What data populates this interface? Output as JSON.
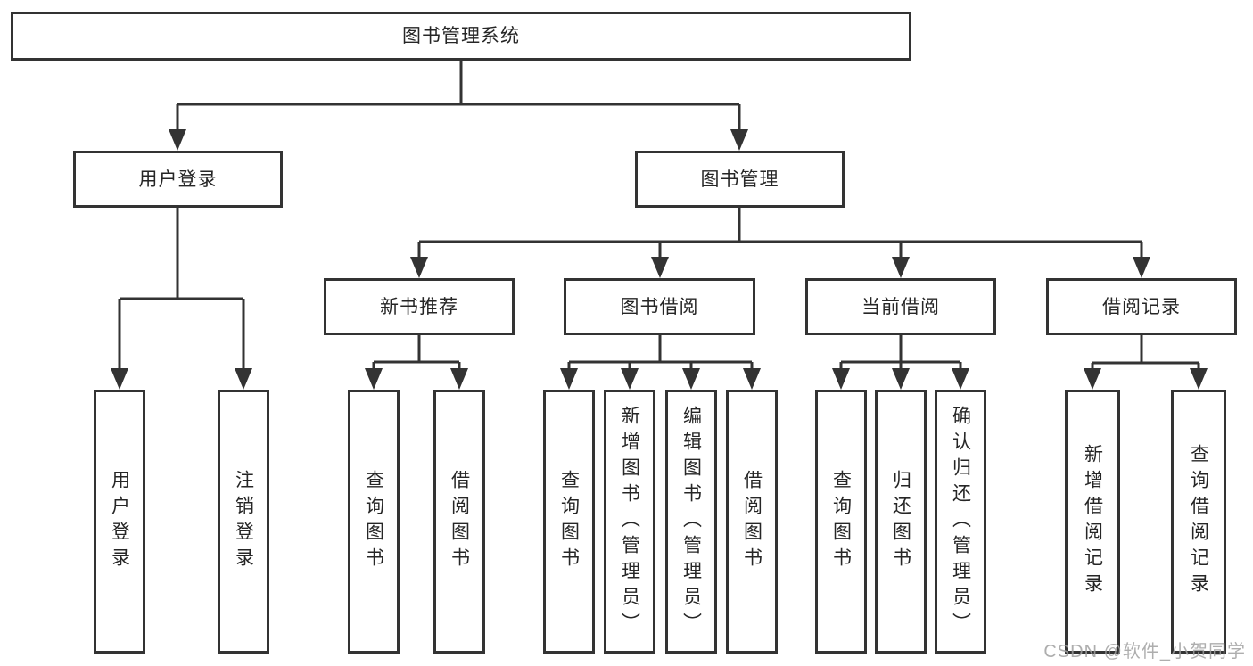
{
  "diagram": {
    "root": {
      "label": "图书管理系统"
    },
    "level2": [
      {
        "id": "user-login",
        "label": "用户登录",
        "children": [
          {
            "label": "用户登录"
          },
          {
            "label": "注销登录"
          }
        ]
      },
      {
        "id": "book-management",
        "label": "图书管理",
        "children": [
          {
            "id": "new-book-recommend",
            "label": "新书推荐",
            "children": [
              {
                "label": "查询图书"
              },
              {
                "label": "借阅图书"
              }
            ]
          },
          {
            "id": "book-borrow",
            "label": "图书借阅",
            "children": [
              {
                "label": "查询图书"
              },
              {
                "label": "新增图书（管理员）"
              },
              {
                "label": "编辑图书（管理员）"
              },
              {
                "label": "借阅图书"
              }
            ]
          },
          {
            "id": "current-borrow",
            "label": "当前借阅",
            "children": [
              {
                "label": "查询图书"
              },
              {
                "label": "归还图书"
              },
              {
                "label": "确认归还（管理员）"
              }
            ]
          },
          {
            "id": "borrow-records",
            "label": "借阅记录",
            "children": [
              {
                "label": "新增借阅记录"
              },
              {
                "label": "查询借阅记录"
              }
            ]
          }
        ]
      }
    ]
  },
  "watermark": {
    "text": "CSDN @软件_小贺同学"
  },
  "colors": {
    "line": "#333333",
    "text": "#262626",
    "bg": "#ffffff",
    "watermark": "#a0a0a0"
  }
}
